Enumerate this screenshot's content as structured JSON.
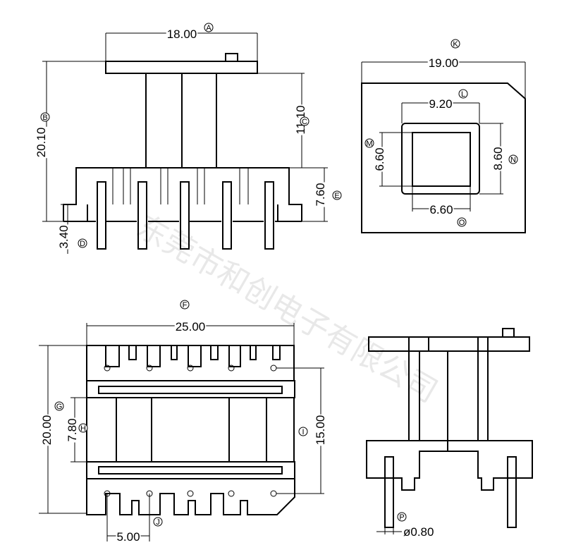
{
  "watermark": "东莞市和创电子有限公司",
  "callouts": {
    "A": "A",
    "B": "B",
    "C": "C",
    "D": "D",
    "E": "E",
    "F": "F",
    "G": "G",
    "H": "H",
    "I": "I",
    "J": "J",
    "K": "K",
    "L": "L",
    "M": "M",
    "N": "N",
    "O": "O",
    "P": "P"
  },
  "dimensions": {
    "A": "18.00",
    "B": "20.10",
    "C": "11.10",
    "D": "3.40",
    "E": "7.60",
    "F": "25.00",
    "G": "20.00",
    "H": "7.80",
    "I": "15.00",
    "J": "5.00",
    "K": "19.00",
    "L": "9.20",
    "M": "6.60",
    "N": "8.60",
    "O": "6.60",
    "P": "ø0.80"
  }
}
